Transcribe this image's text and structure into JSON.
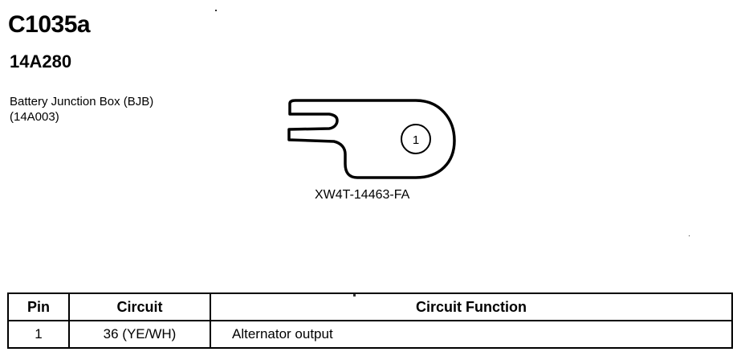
{
  "connector": {
    "id": "C1035a",
    "part_number": "14A280",
    "description_line1": "Battery Junction Box (BJB)",
    "description_line2": "(14A003)"
  },
  "diagram": {
    "pin_label": "1",
    "caption": "XW4T-14463-FA"
  },
  "table": {
    "headers": {
      "pin": "Pin",
      "circuit": "Circuit",
      "function": "Circuit Function"
    },
    "rows": [
      {
        "pin": "1",
        "circuit": "36 (YE/WH)",
        "function": "Alternator output"
      }
    ]
  }
}
